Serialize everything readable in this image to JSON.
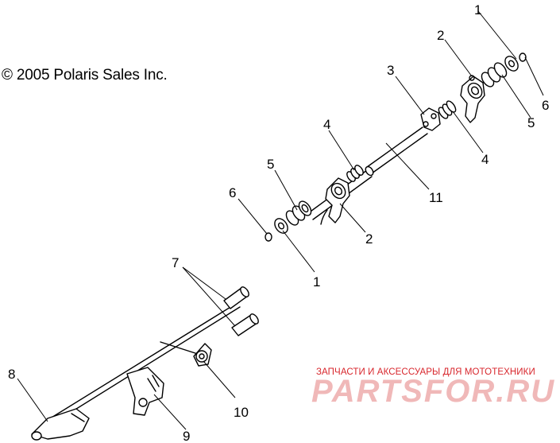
{
  "copyright": "© 2005 Polaris Sales Inc.",
  "watermark": {
    "tagline": "ЗАПЧАСТИ И АКСЕССУАРЫ ДЛЯ МОТОТЕХНИКИ",
    "brand": "PARTSFOR.RU"
  },
  "callouts": {
    "c1_top": "1",
    "c2_top": "2",
    "c3": "3",
    "c4_mid": "4",
    "c5_left": "5",
    "c6_left": "6",
    "c6_right": "6",
    "c5_right": "5",
    "c4_right": "4",
    "c11": "11",
    "c2_bottom": "2",
    "c1_bottom": "1",
    "c7": "7",
    "c8": "8",
    "c9": "9",
    "c10": "10"
  }
}
